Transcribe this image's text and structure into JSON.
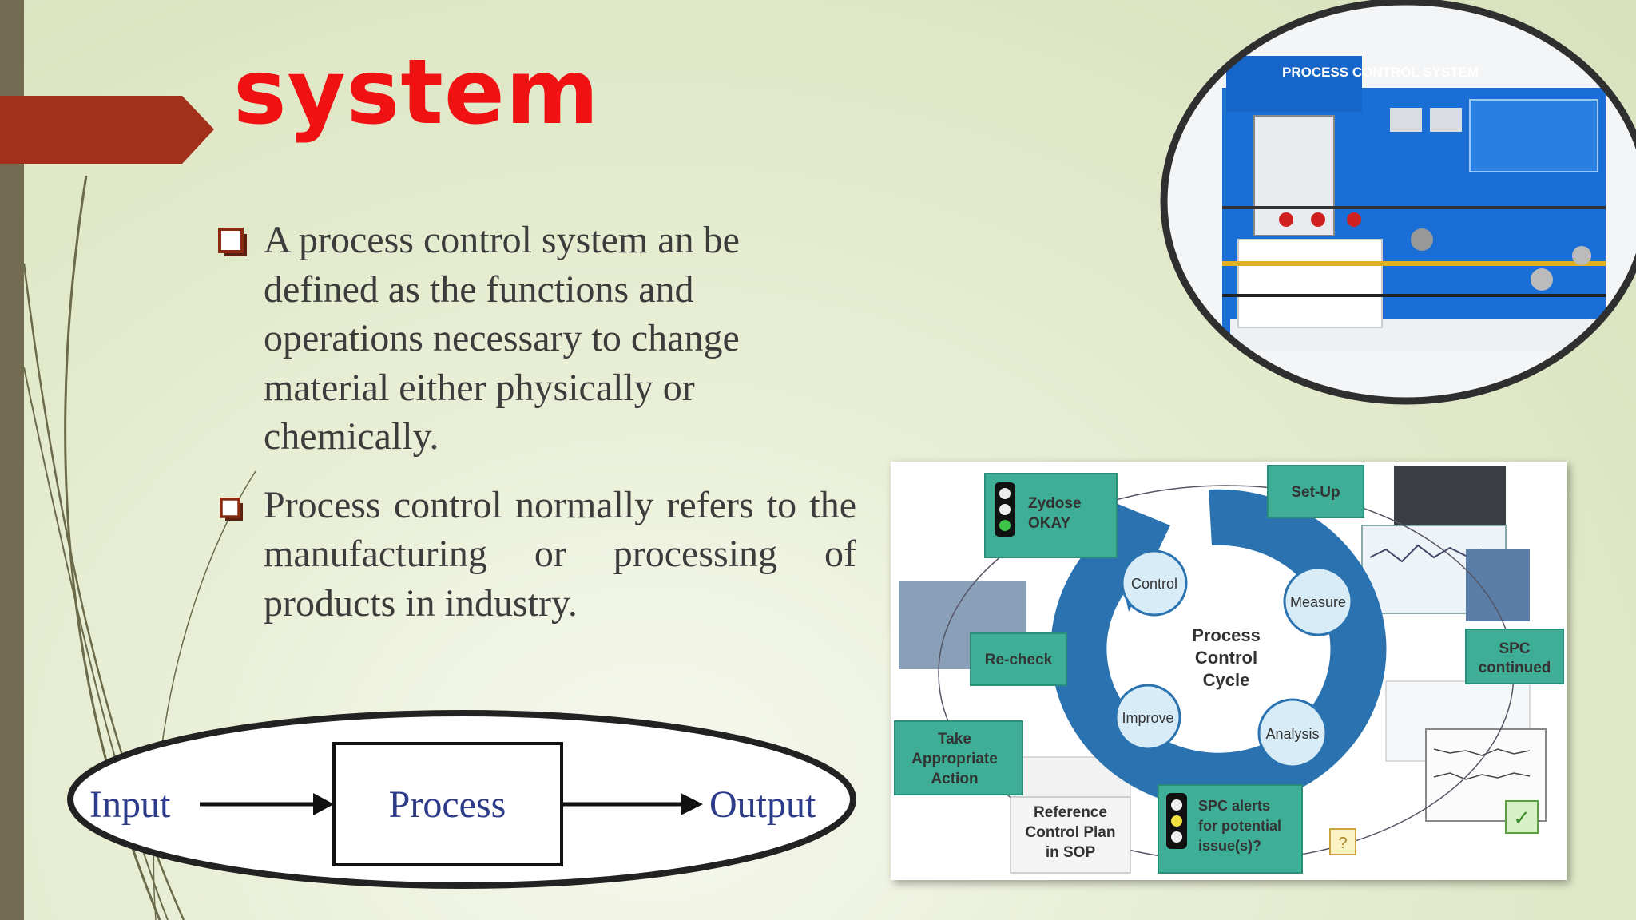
{
  "slide": {
    "title": "system",
    "bullets": [
      "A process control system an be defined as the functions and operations necessary to change material either physically or chemically.",
      "Process control normally refers to the manufacturing or processing of products in industry."
    ]
  },
  "photo": {
    "panel_label": "PROCESS CONTROL SYSTEM"
  },
  "cycle_diagram": {
    "center_line1": "Process",
    "center_line2": "Control",
    "center_line3": "Cycle",
    "stage_control": "Control",
    "stage_measure": "Measure",
    "stage_analysis": "Analysis",
    "stage_improve": "Improve",
    "box_zydose_1": "Zydose",
    "box_zydose_2": "OKAY",
    "box_setup": "Set-Up",
    "box_spc_cont_1": "SPC",
    "box_spc_cont_2": "continued",
    "box_recheck": "Re-check",
    "box_take_1": "Take",
    "box_take_2": "Appropriate",
    "box_take_3": "Action",
    "box_ref_1": "Reference",
    "box_ref_2": "Control Plan",
    "box_ref_3": "in SOP",
    "box_alert_1": "SPC alerts",
    "box_alert_2": "for potential",
    "box_alert_3": "issue(s)?",
    "question_mark": "?",
    "check_mark": "✓"
  },
  "ipo": {
    "input": "Input",
    "process": "Process",
    "output": "Output"
  },
  "colors": {
    "title": "#f01212",
    "accent_arrow": "#a3301a",
    "cycle_blue": "#2a73b0",
    "box_green": "#3fae96"
  }
}
